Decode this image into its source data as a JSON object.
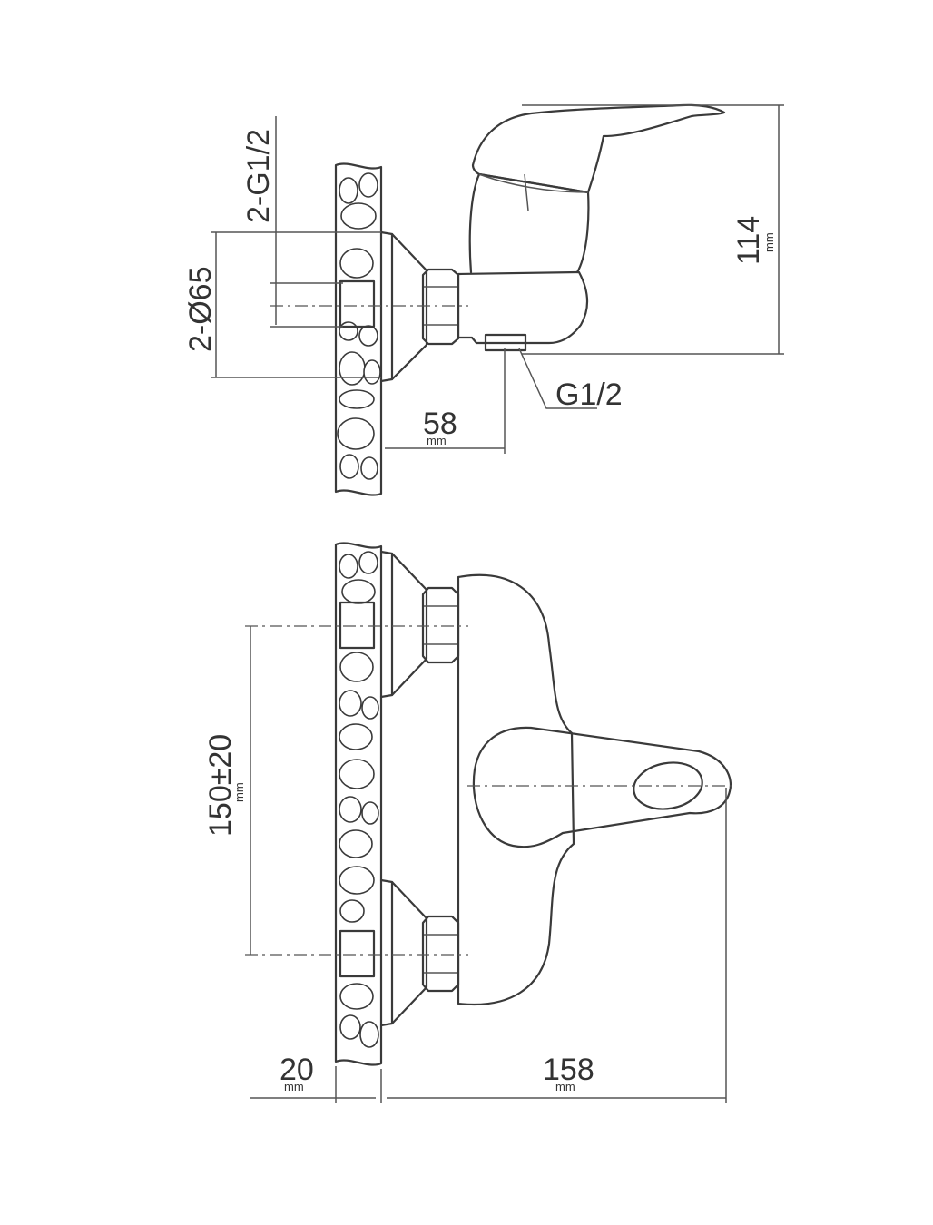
{
  "labels": {
    "inlet_thread": "2-G1/2",
    "flange_diameter": "2-Ø65",
    "height": "114",
    "outlet_thread": "G1/2",
    "projection": "58",
    "centers": "150±20",
    "wall": "20",
    "reach": "158"
  },
  "units": {
    "mm": "mm"
  }
}
